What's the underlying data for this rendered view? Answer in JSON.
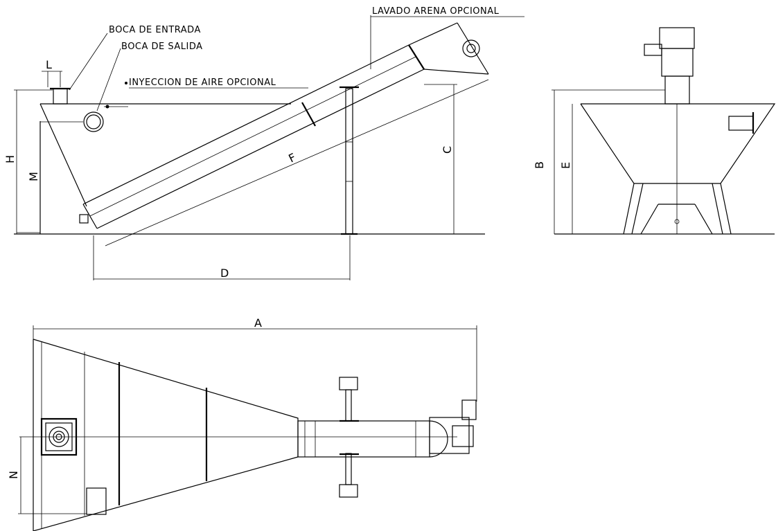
{
  "labels": {
    "lavado_arena": "LAVADO ARENA OPCIONAL",
    "boca_entrada": "BOCA DE ENTRADA",
    "boca_salida": "BOCA DE SALIDA",
    "inyeccion_aire": "INYECCION DE AIRE OPCIONAL"
  },
  "dimensions": {
    "a": "A",
    "b": "B",
    "c": "C",
    "d": "D",
    "e": "E",
    "f": "F",
    "h": "H",
    "l": "L",
    "m": "M",
    "n": "N"
  }
}
